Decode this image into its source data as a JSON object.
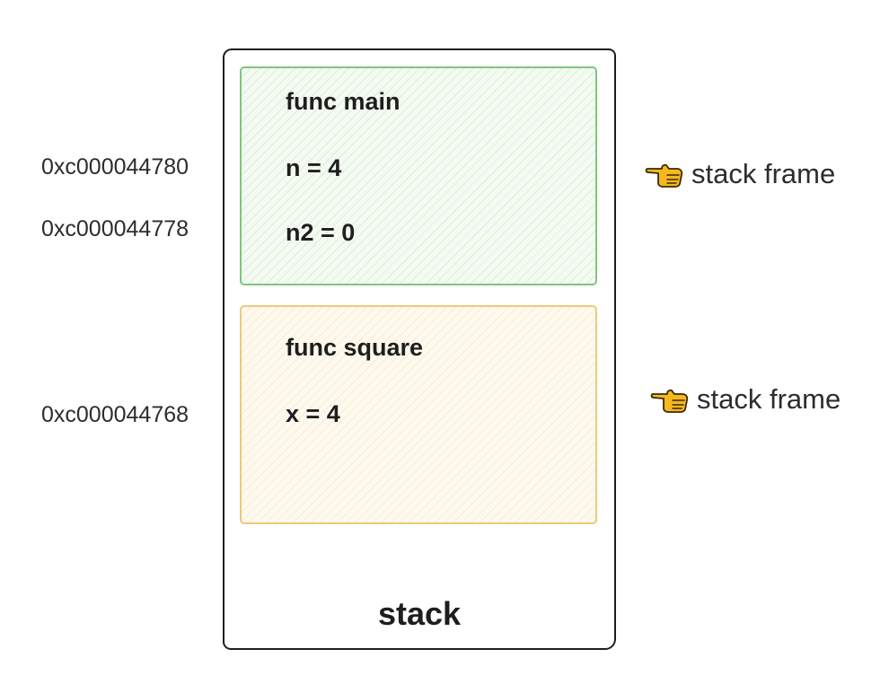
{
  "stack": {
    "label": "stack",
    "frames": [
      {
        "title": "func main",
        "vars": [
          "n = 4",
          "n2 = 0"
        ],
        "color": "#7ec77a"
      },
      {
        "title": "func square",
        "vars": [
          "x = 4"
        ],
        "color": "#ecc97a"
      }
    ]
  },
  "addresses": [
    "0xc000044780",
    "0xc000044778",
    "0xc000044768"
  ],
  "annotations": [
    {
      "text": "stack frame",
      "icon": "pointing-hand-icon"
    },
    {
      "text": "stack frame",
      "icon": "pointing-hand-icon"
    }
  ],
  "colors": {
    "hand_fill": "#f5b820",
    "hand_stroke": "#3a2a00"
  }
}
